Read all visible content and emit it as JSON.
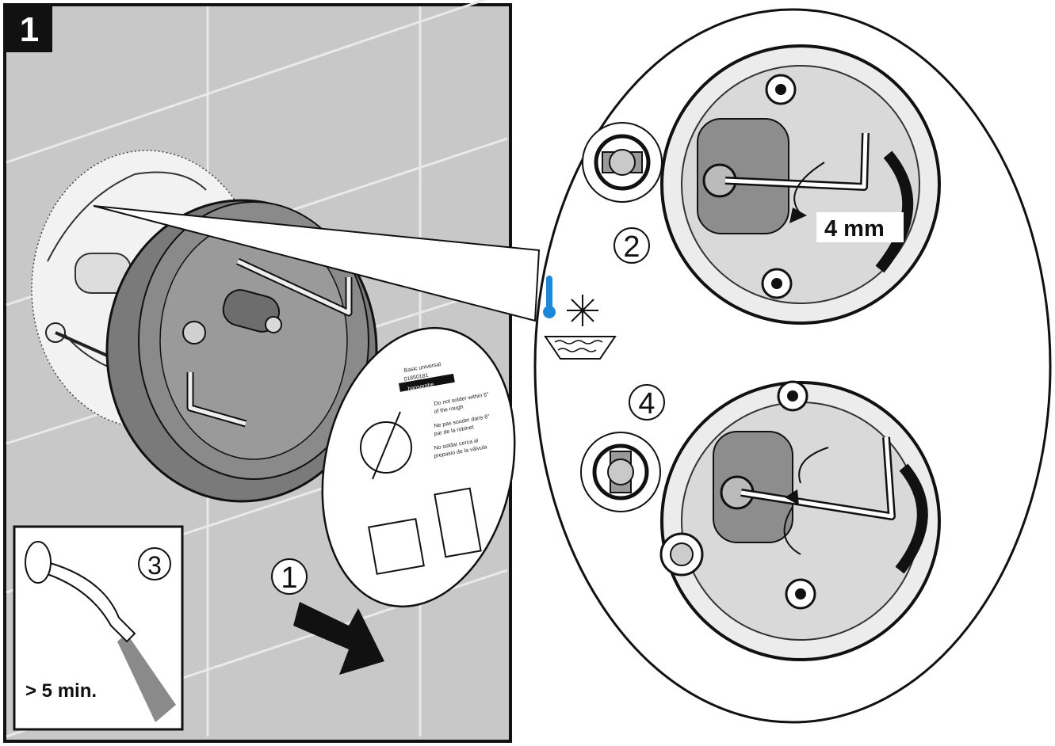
{
  "step_badge": "1",
  "steps": {
    "one": "1",
    "two": "2",
    "three": "3",
    "four": "4"
  },
  "labels": {
    "hex_key_size": "4 mm",
    "flush_duration": "> 5 min."
  },
  "cover_plate": {
    "title_line1": "Basic universal",
    "title_line2": "01850181",
    "brand": "hansgrohe",
    "line_a1": "Do not solder within 6\"",
    "line_a2": "of the rough",
    "line_b1": "Ne pas souder dans 6\"",
    "line_b2": "par de la robinet",
    "line_c1": "No soldar cerca al",
    "line_c2": "prepasio de la válvula"
  },
  "colors": {
    "background_gray": "#c9c9c9",
    "thermometer_blue": "#1e88d8",
    "outline": "#111111",
    "hand_gray": "#7e7e7e"
  }
}
